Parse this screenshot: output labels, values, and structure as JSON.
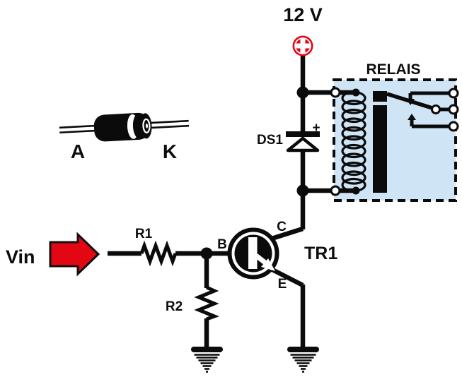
{
  "title": "Transistor relay driver circuit",
  "colors": {
    "red": "#e30613",
    "relay_fill": "#cfe4f4",
    "line": "#0b0b0b"
  },
  "labels": {
    "supply": "12 V",
    "relay": "RELAIS",
    "diode_name": "DS1",
    "diode_plus": "+",
    "input": "Vin",
    "r1": "R1",
    "r2": "R2",
    "base": "B",
    "collector": "C",
    "emitter": "E",
    "transistor": "TR1",
    "anode": "A",
    "cathode": "K"
  }
}
